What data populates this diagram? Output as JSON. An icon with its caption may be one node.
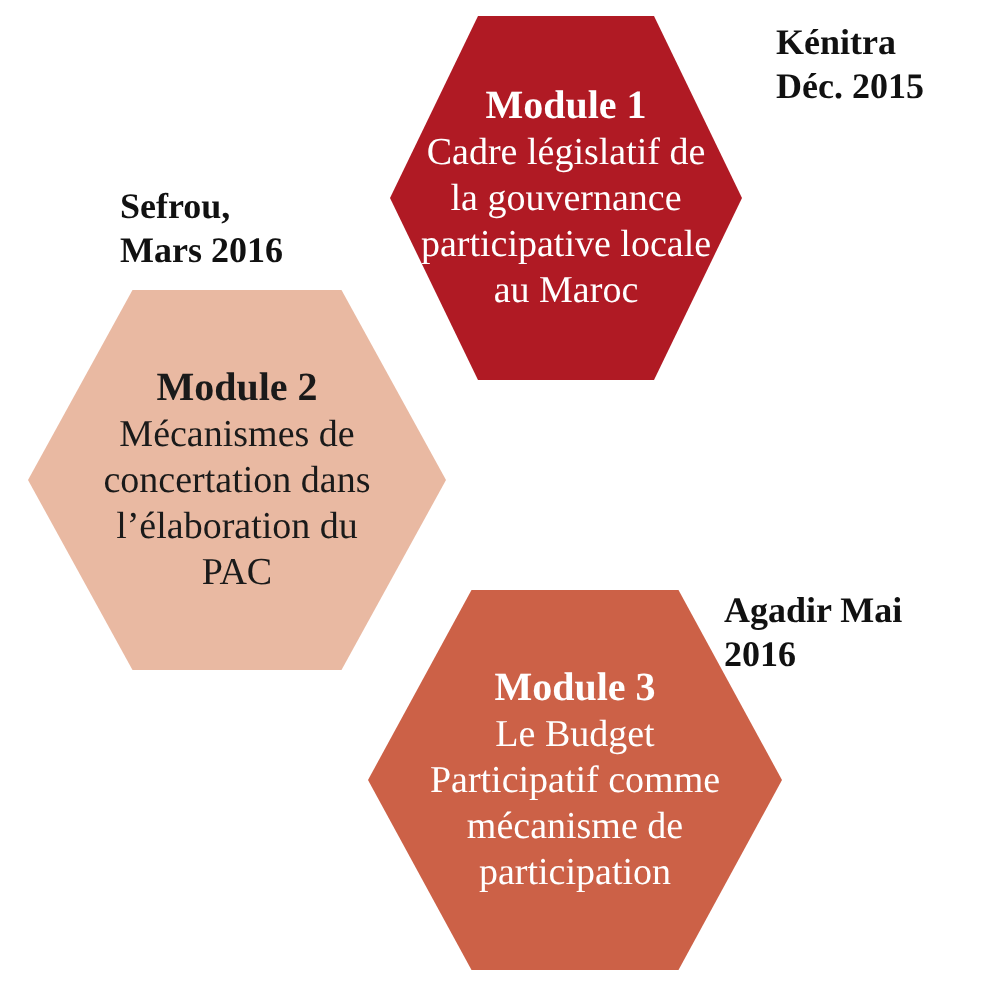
{
  "diagram": {
    "nodes": [
      {
        "text": [
          "Module 1",
          "Cadre législatif de la gouvernance participative locale au Maroc"
        ],
        "beside": [
          "Kénitra Déc. 2015"
        ]
      },
      {
        "text": [
          "Module 2",
          "Mécanismes de concertation dans l’élaboration du PAC"
        ],
        "beside": [
          "Sefrou, Mars 2016"
        ]
      },
      {
        "text": [
          "Module 3",
          "Le Budget Participatif comme mécanisme de participation"
        ],
        "beside": [
          "Agadir Mai 2016"
        ]
      }
    ],
    "edges": []
  }
}
